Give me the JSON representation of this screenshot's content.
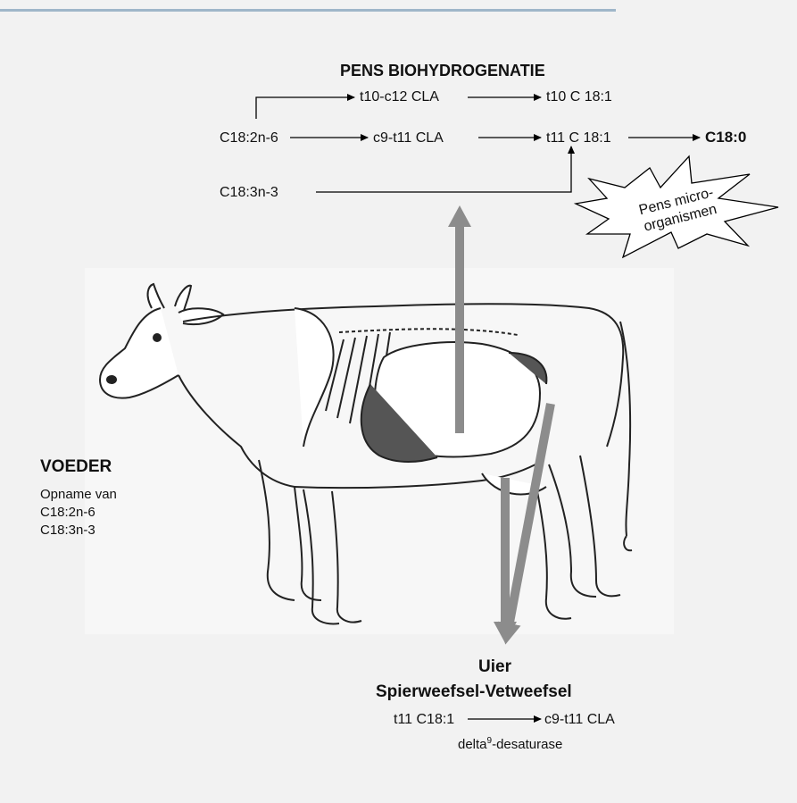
{
  "diagram": {
    "title": "PENS BIOHYDROGENATIE",
    "pathway": {
      "linoleic": "C18:2n-6",
      "linolenic": "C18:3n-3",
      "t10c12_cla": "t10-c12 CLA",
      "t10_c181": "t10 C 18:1",
      "c9t11_cla": "c9-t11 CLA",
      "t11_c181": "t11 C 18:1",
      "stearic": "C18:0"
    },
    "microbes_label_line1": "Pens micro-",
    "microbes_label_line2": "organismen",
    "feed": {
      "title": "VOEDER",
      "lines": [
        "Opname van",
        "C18:2n-6",
        "C18:3n-3"
      ]
    },
    "udder": {
      "title_line1": "Uier",
      "title_line2": "Spierweefsel-Vetweefsel",
      "from": "t11 C18:1",
      "to": "c9-t11 CLA",
      "enzyme_prefix": "delta",
      "enzyme_superscript": "9",
      "enzyme_suffix": "-desaturase"
    }
  }
}
